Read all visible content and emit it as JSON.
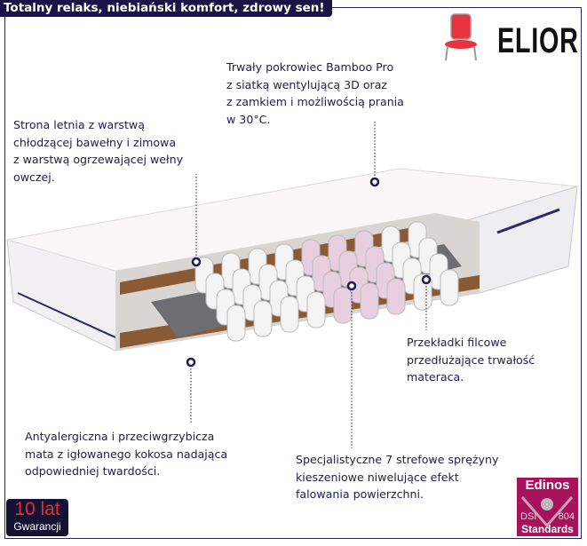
{
  "header": {
    "tagline": "Totalny relaks, niebiański komfort, zdrowy sen!"
  },
  "brand": {
    "name": "ELIOR",
    "logo_icon": "red-chair-icon",
    "accent": "#e8323f"
  },
  "annotations": [
    {
      "id": "cover",
      "text": "Trwały pokrowiec Bamboo Pro\nz siatką wentylującą 3D oraz\nz zamkiem i możliwością prania\nw 30°C."
    },
    {
      "id": "sides",
      "text": "Strona letnia z warstwą\nchłodzącej bawełny i zimowa\nz warstwą ogrzewającej wełny\nowczej."
    },
    {
      "id": "felt",
      "text": "Przekładki filcowe\nprzedłużające trwałość\nmateraca."
    },
    {
      "id": "coconut",
      "text": "Antyalergiczna i przeciwgrzybicza\nmata z igłowanego kokosa nadająca\nodpowiedniej twardości."
    },
    {
      "id": "springs",
      "text": "Specjalistyczne 7 strefowe sprężyny\nkieszeniowe niwelujące efekt\nfalowania powierzchni."
    }
  ],
  "badges": {
    "warranty": {
      "big": "10 lat",
      "small": "Gwarancji"
    },
    "certificate": {
      "title": "Edinos",
      "left": "DSI",
      "right": "804",
      "bottom": "Standards"
    }
  },
  "colors": {
    "navy": "#1a1446",
    "text": "#1f1d4e",
    "edinos": "#a8125c",
    "coconut": "#8a5a35",
    "pink_springs": "#e8cfe0"
  }
}
